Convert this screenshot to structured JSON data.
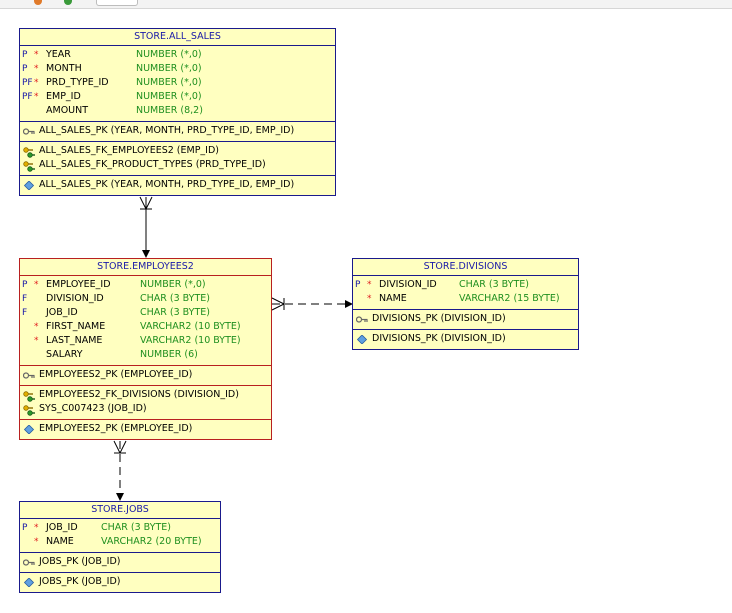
{
  "colors": {
    "table_bg": "#ffffc0",
    "title_text": "#1a1aa8",
    "type_text": "#1f8f1f",
    "required_star": "#e02020",
    "view_border": "#1a1a8c",
    "selected_border": "#b82020"
  },
  "tables": {
    "all_sales": {
      "title": "STORE.ALL_SALES",
      "columns": [
        {
          "flag": "P",
          "req": "*",
          "name": "YEAR",
          "type": "NUMBER (*,0)"
        },
        {
          "flag": "P",
          "req": "*",
          "name": "MONTH",
          "type": "NUMBER (*,0)"
        },
        {
          "flag": "PF",
          "req": "*",
          "name": "PRD_TYPE_ID",
          "type": "NUMBER (*,0)"
        },
        {
          "flag": "PF",
          "req": "*",
          "name": "EMP_ID",
          "type": "NUMBER (*,0)"
        },
        {
          "flag": "",
          "req": "",
          "name": "AMOUNT",
          "type": "NUMBER (8,2)"
        }
      ],
      "pk": [
        "ALL_SALES_PK (YEAR, MONTH, PRD_TYPE_ID, EMP_ID)"
      ],
      "fks": [
        "ALL_SALES_FK_EMPLOYEES2 (EMP_ID)",
        "ALL_SALES_FK_PRODUCT_TYPES (PRD_TYPE_ID)"
      ],
      "indexes": [
        "ALL_SALES_PK (YEAR, MONTH, PRD_TYPE_ID, EMP_ID)"
      ]
    },
    "employees2": {
      "title": "STORE.EMPLOYEES2",
      "columns": [
        {
          "flag": "P",
          "req": "*",
          "name": "EMPLOYEE_ID",
          "type": "NUMBER (*,0)"
        },
        {
          "flag": "F",
          "req": "",
          "name": "DIVISION_ID",
          "type": "CHAR (3 BYTE)"
        },
        {
          "flag": "F",
          "req": "",
          "name": "JOB_ID",
          "type": "CHAR (3 BYTE)"
        },
        {
          "flag": "",
          "req": "*",
          "name": "FIRST_NAME",
          "type": "VARCHAR2 (10 BYTE)"
        },
        {
          "flag": "",
          "req": "*",
          "name": "LAST_NAME",
          "type": "VARCHAR2 (10 BYTE)"
        },
        {
          "flag": "",
          "req": "",
          "name": "SALARY",
          "type": "NUMBER (6)"
        }
      ],
      "pk": [
        "EMPLOYEES2_PK (EMPLOYEE_ID)"
      ],
      "fks": [
        "EMPLOYEES2_FK_DIVISIONS (DIVISION_ID)",
        "SYS_C007423 (JOB_ID)"
      ],
      "indexes": [
        "EMPLOYEES2_PK (EMPLOYEE_ID)"
      ]
    },
    "divisions": {
      "title": "STORE.DIVISIONS",
      "columns": [
        {
          "flag": "P",
          "req": "*",
          "name": "DIVISION_ID",
          "type": "CHAR (3 BYTE)"
        },
        {
          "flag": "",
          "req": "*",
          "name": "NAME",
          "type": "VARCHAR2 (15 BYTE)"
        }
      ],
      "pk": [
        "DIVISIONS_PK (DIVISION_ID)"
      ],
      "fks": [],
      "indexes": [
        "DIVISIONS_PK (DIVISION_ID)"
      ]
    },
    "jobs": {
      "title": "STORE.JOBS",
      "columns": [
        {
          "flag": "P",
          "req": "*",
          "name": "JOB_ID",
          "type": "CHAR (3 BYTE)"
        },
        {
          "flag": "",
          "req": "*",
          "name": "NAME",
          "type": "VARCHAR2 (20 BYTE)"
        }
      ],
      "pk": [
        "JOBS_PK (JOB_ID)"
      ],
      "fks": [],
      "indexes": [
        "JOBS_PK (JOB_ID)"
      ]
    }
  }
}
